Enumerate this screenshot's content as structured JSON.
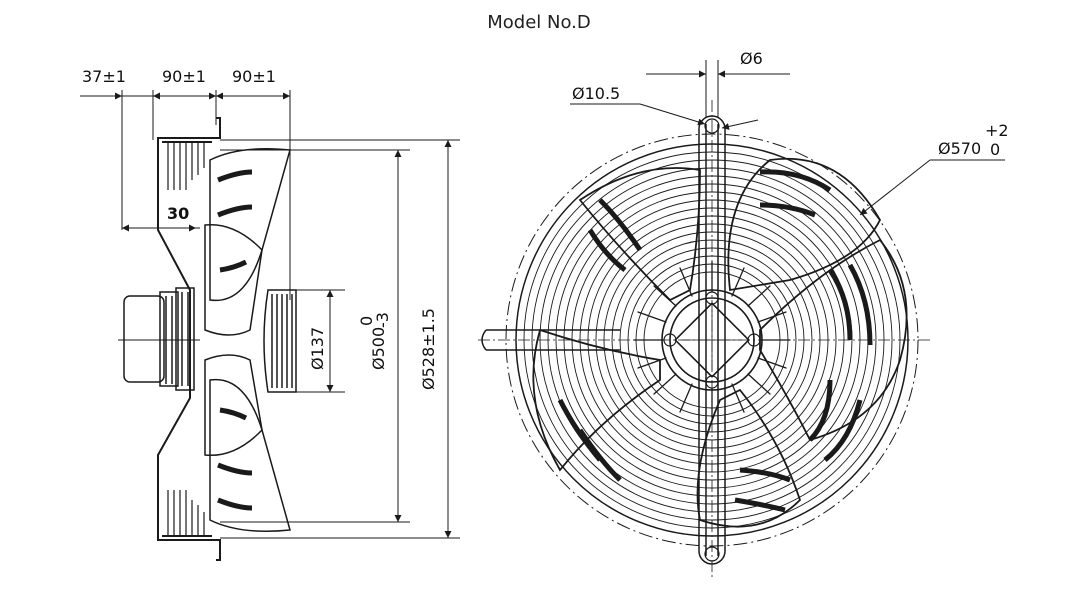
{
  "title": "Model No.D",
  "side_view": {
    "dims": {
      "offset_37": "37±1",
      "span_90a": "90±1",
      "span_90b": "90±1",
      "thk_30": "30",
      "dia_137": "Ø137",
      "dia_500": "Ø500",
      "dia_500_sup": "0",
      "dia_500_sub": "-3",
      "dia_528": "Ø528±1.5"
    }
  },
  "front_view": {
    "dims": {
      "dia_6": "Ø6",
      "dia_10_5": "Ø10.5",
      "dia_570": "Ø570",
      "dia_570_sup": "+2",
      "dia_570_sub": "0"
    }
  },
  "colors": {
    "line": "#1a1a1a",
    "text": "#111111",
    "background": "#ffffff"
  }
}
